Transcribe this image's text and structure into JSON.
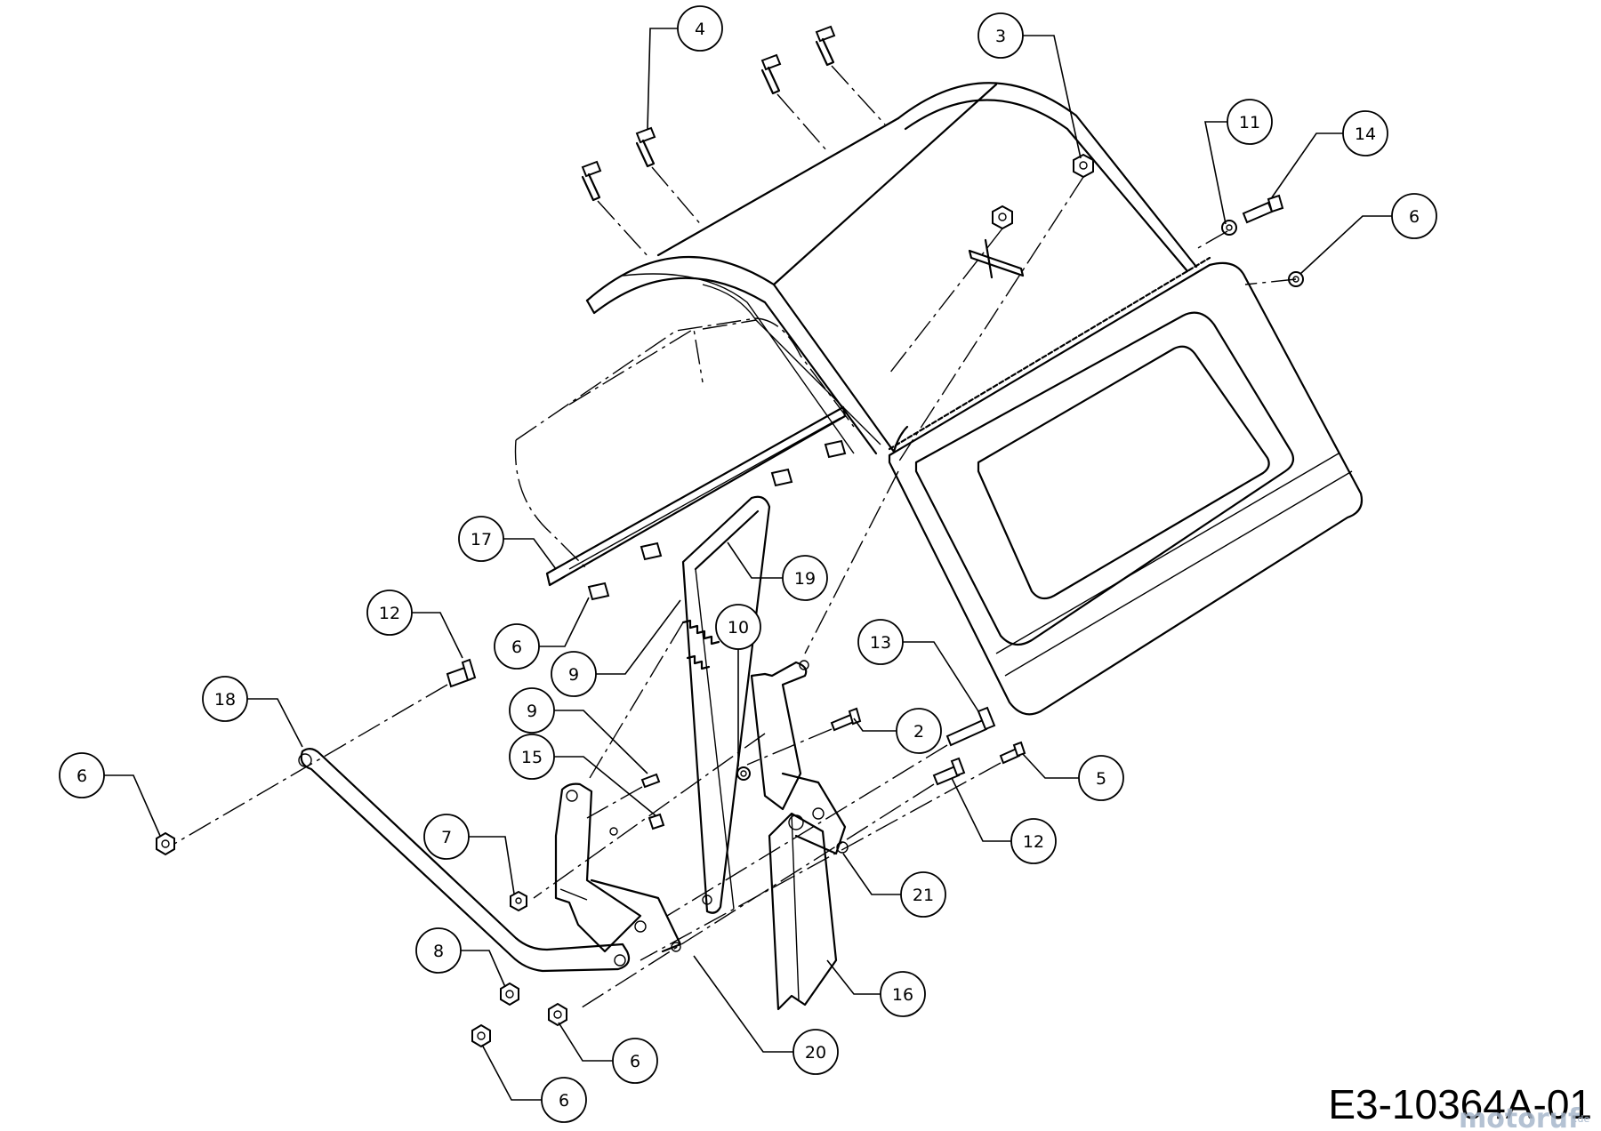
{
  "drawing_id": "E3-10364A-01",
  "watermark": {
    "text": "motoruf",
    "suffix": ".de"
  },
  "callouts": [
    "4",
    "3",
    "11",
    "14",
    "6",
    "17",
    "19",
    "12",
    "6",
    "9",
    "10",
    "13",
    "18",
    "9",
    "2",
    "6",
    "15",
    "5",
    "7",
    "12",
    "21",
    "8",
    "16",
    "20",
    "6",
    "6"
  ]
}
